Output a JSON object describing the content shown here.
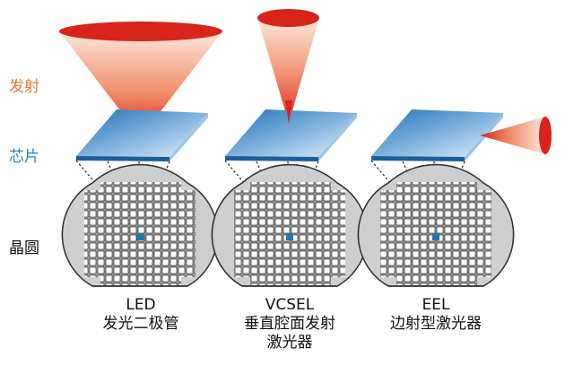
{
  "row_labels": {
    "emission": "发射",
    "chip": "芯片",
    "wafer": "晶圆"
  },
  "devices": [
    {
      "abbr": "LED",
      "name_line1": "发光二极管",
      "name_line2": ""
    },
    {
      "abbr": "VCSEL",
      "name_line1": "垂直腔面发射",
      "name_line2": "激光器"
    },
    {
      "abbr": "EEL",
      "name_line1": "边射型激光器",
      "name_line2": ""
    }
  ],
  "colors": {
    "emission_label": "#e07a3a",
    "chip_label": "#2a86c2",
    "wafer_label": "#111111",
    "beam_red": "#d8241a",
    "chip_blue": "#3b82c4",
    "wafer_fill": "#cfcfcf",
    "die_marker": "#1f78b4"
  }
}
